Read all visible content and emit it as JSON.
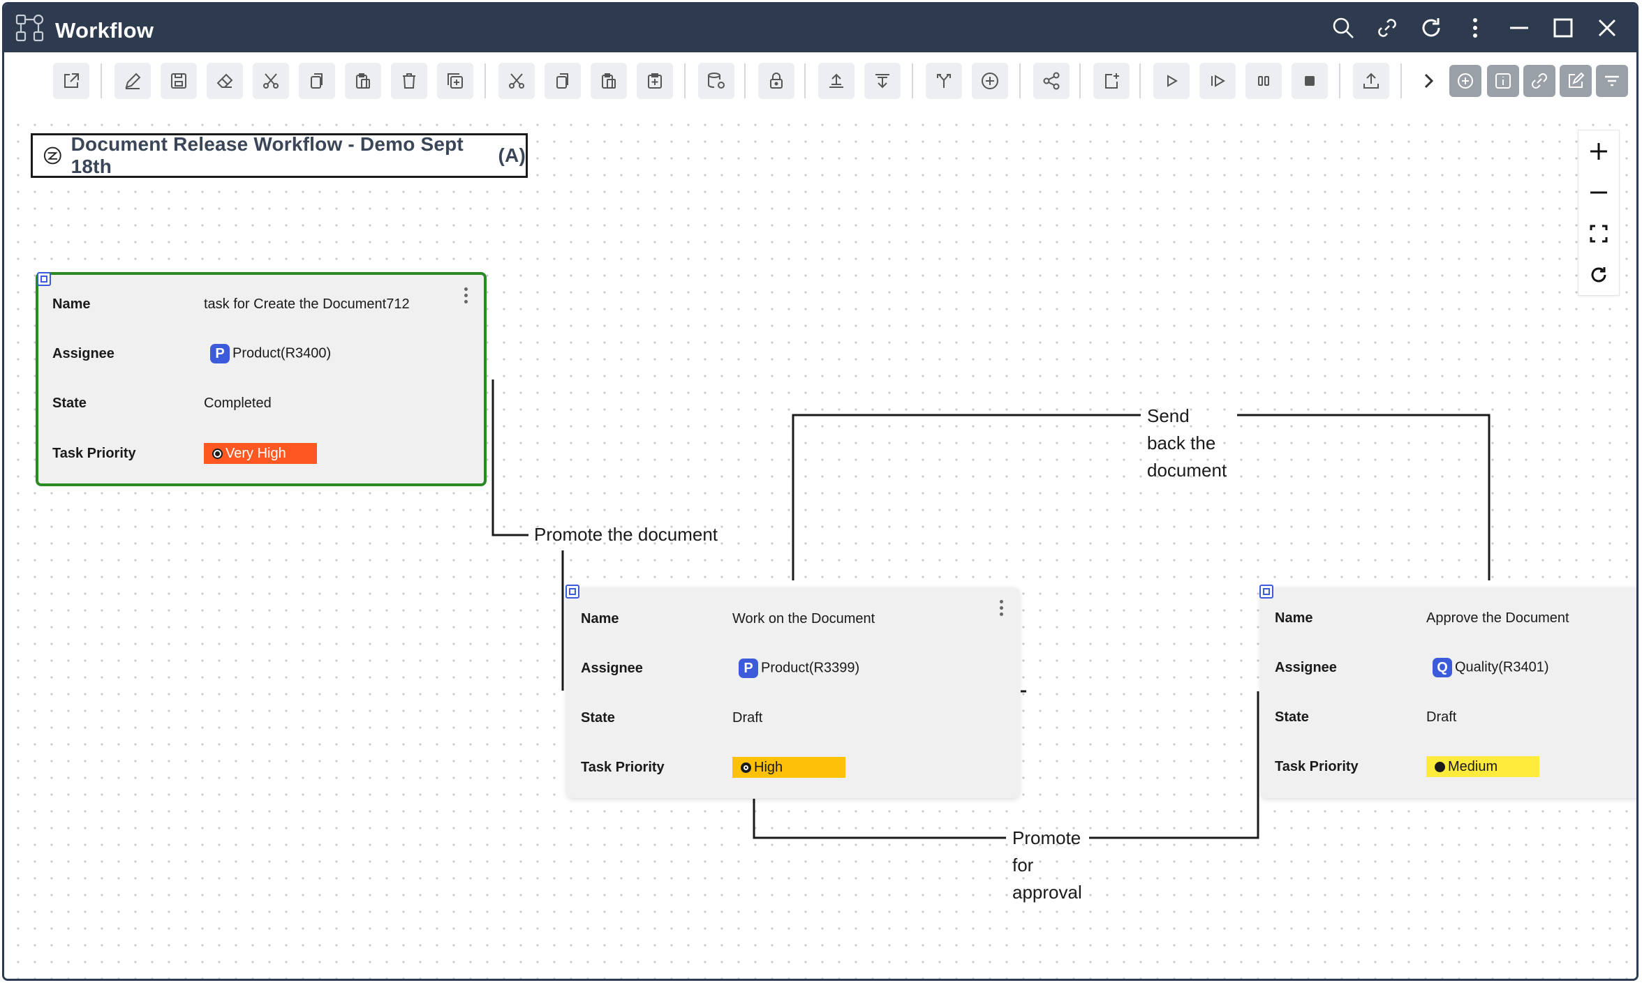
{
  "app": {
    "title": "Workflow"
  },
  "titlebar_actions": [
    "search-icon",
    "link-icon",
    "refresh-icon",
    "more-vertical-icon",
    "minimize-icon",
    "maximize-icon",
    "close-icon"
  ],
  "workflow": {
    "title": "Document Release Workflow - Demo Sept 18th",
    "revision": "(A)"
  },
  "field_labels": {
    "name": "Name",
    "assignee": "Assignee",
    "state": "State",
    "priority": "Task Priority"
  },
  "nodes": [
    {
      "name": "task for Create the Document712",
      "assignee_initial": "P",
      "assignee": "Product(R3400)",
      "state": "Completed",
      "priority": "Very High",
      "priority_color": "#ff5722",
      "priority_text_color": "#ffffff",
      "selected": true
    },
    {
      "name": "Work on the Document",
      "assignee_initial": "P",
      "assignee": "Product(R3399)",
      "state": "Draft",
      "priority": "High",
      "priority_color": "#ffc107",
      "priority_text_color": "#1a1a1a",
      "selected": false
    },
    {
      "name": "Approve the Document",
      "assignee_initial": "Q",
      "assignee": "Quality(R3401)",
      "state": "Draft",
      "priority": "Medium",
      "priority_color": "#ffeb3b",
      "priority_text_color": "#1a1a1a",
      "selected": false
    }
  ],
  "edges": {
    "promote_document": "Promote the document",
    "send_back": [
      "Send",
      "back the",
      "document"
    ],
    "promote_approval": [
      "Promote",
      "for",
      "approval"
    ]
  },
  "colors": {
    "titlebar": "#2e3a4d",
    "selected_border": "#2a8a23",
    "avatar": "#3b5bdb"
  }
}
